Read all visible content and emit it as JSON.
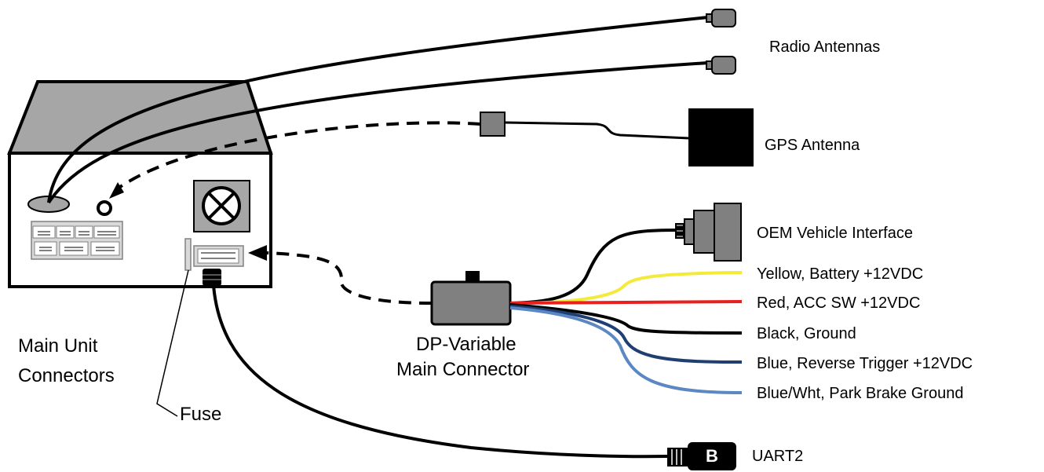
{
  "labels": {
    "radio_antennas": "Radio Antennas",
    "gps_antenna": "GPS Antenna",
    "oem_vehicle_interface": "OEM Vehicle Interface",
    "yellow": "Yellow, Battery +12VDC",
    "red": "Red, ACC SW +12VDC",
    "black": "Black, Ground",
    "blue": "Blue, Reverse  Trigger +12VDC",
    "blue_wht": "Blue/Wht, Park Brake Ground",
    "uart2": "UART2",
    "main_unit_connectors_line1": "Main Unit",
    "main_unit_connectors_line2": "Connectors",
    "fuse": "Fuse",
    "dp_variable_line1": "DP-Variable",
    "dp_variable_line2": "Main Connector",
    "uart_plug_letter": "B"
  },
  "wire_colors": {
    "yellow": "#f4ea3c",
    "red": "#e8201e",
    "black": "#000000",
    "blue": "#1f3f73",
    "blue_wht": "#5b87c2"
  },
  "part_colors": {
    "box_top": "#a6a6a6",
    "antenna_plug": "#808080",
    "connector_block": "#d9d9d9",
    "gps_antenna": "#000000"
  }
}
